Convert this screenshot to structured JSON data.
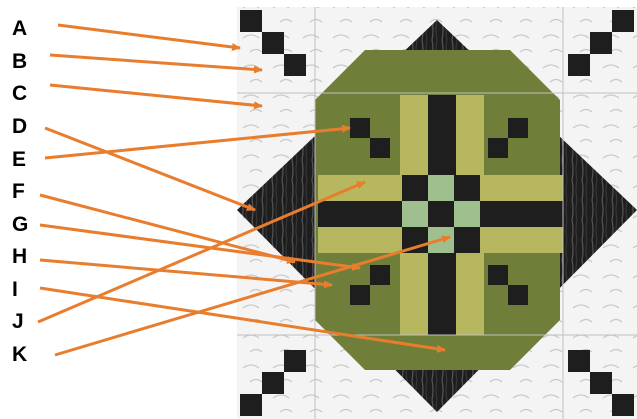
{
  "labels": [
    "A",
    "B",
    "C",
    "D",
    "E",
    "F",
    "G",
    "H",
    "I",
    "J",
    "K"
  ],
  "colors": {
    "arrow": "#e87d2e",
    "dark_fabric": "#1e1e1e",
    "olive_green": "#6f7f3a",
    "pale_green": "#9fbf8f",
    "yellow_green": "#b7b760",
    "light_background": "#f4f4f4",
    "sky_fabric": "#c5dfc0"
  }
}
